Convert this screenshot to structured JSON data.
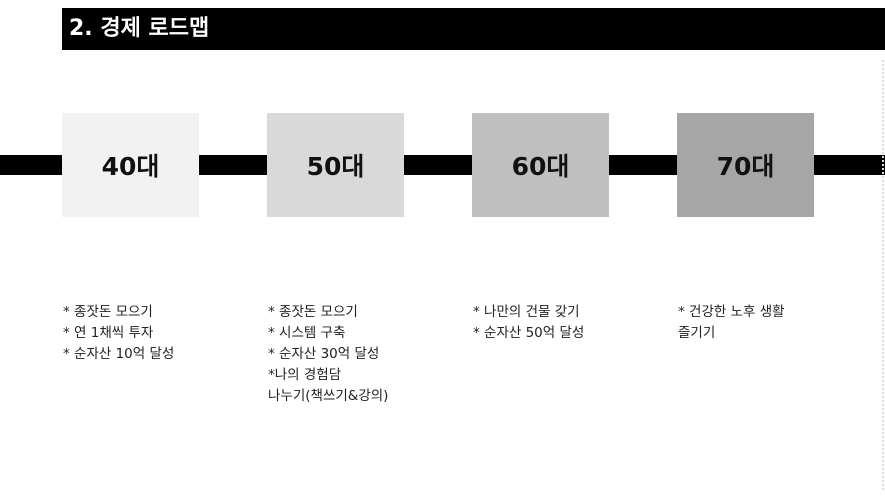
{
  "title": "2. 경제 로드맵",
  "stages": [
    {
      "label": "40대",
      "color": "#f2f2f2",
      "notes": [
        "* 종잣돈 모으기",
        "* 연 1채씩 투자",
        "* 순자산 10억 달성"
      ]
    },
    {
      "label": "50대",
      "color": "#d9d9d9",
      "notes": [
        "* 종잣돈 모으기",
        "* 시스템 구축",
        "* 순자산 30억 달성",
        "*나의 경험담",
        "나누기(책쓰기&강의)"
      ]
    },
    {
      "label": "60대",
      "color": "#bfbfbf",
      "notes": [
        "* 나만의 건물 갖기",
        "* 순자산 50억 달성"
      ]
    },
    {
      "label": "70대",
      "color": "#a6a6a6",
      "notes": [
        "* 건강한 노후 생활",
        "즐기기"
      ]
    }
  ]
}
